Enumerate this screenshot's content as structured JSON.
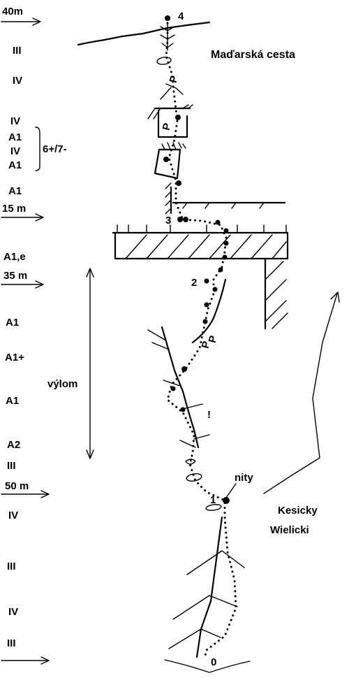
{
  "route_name": "Maďarská cesta",
  "grade_block": "6+/7-",
  "feature_label": "výlom",
  "rivets_label": "nity",
  "other_route": [
    "Kesicky",
    "Wielicki"
  ],
  "exclamation": "!",
  "pitch_grades": [
    "III",
    "IV",
    "IV",
    "A1",
    "IV",
    "A1",
    "A1",
    "A1,e",
    "A1",
    "A1+",
    "A1",
    "A2",
    "III",
    "IV",
    "III",
    "IV",
    "III"
  ],
  "pitch_lengths": [
    "40m",
    "15 m",
    "35 m",
    "50 m"
  ],
  "belays": [
    "4",
    "3",
    "2",
    "1",
    "0"
  ],
  "piton_markers": [
    "P",
    "P",
    "P",
    "P"
  ]
}
